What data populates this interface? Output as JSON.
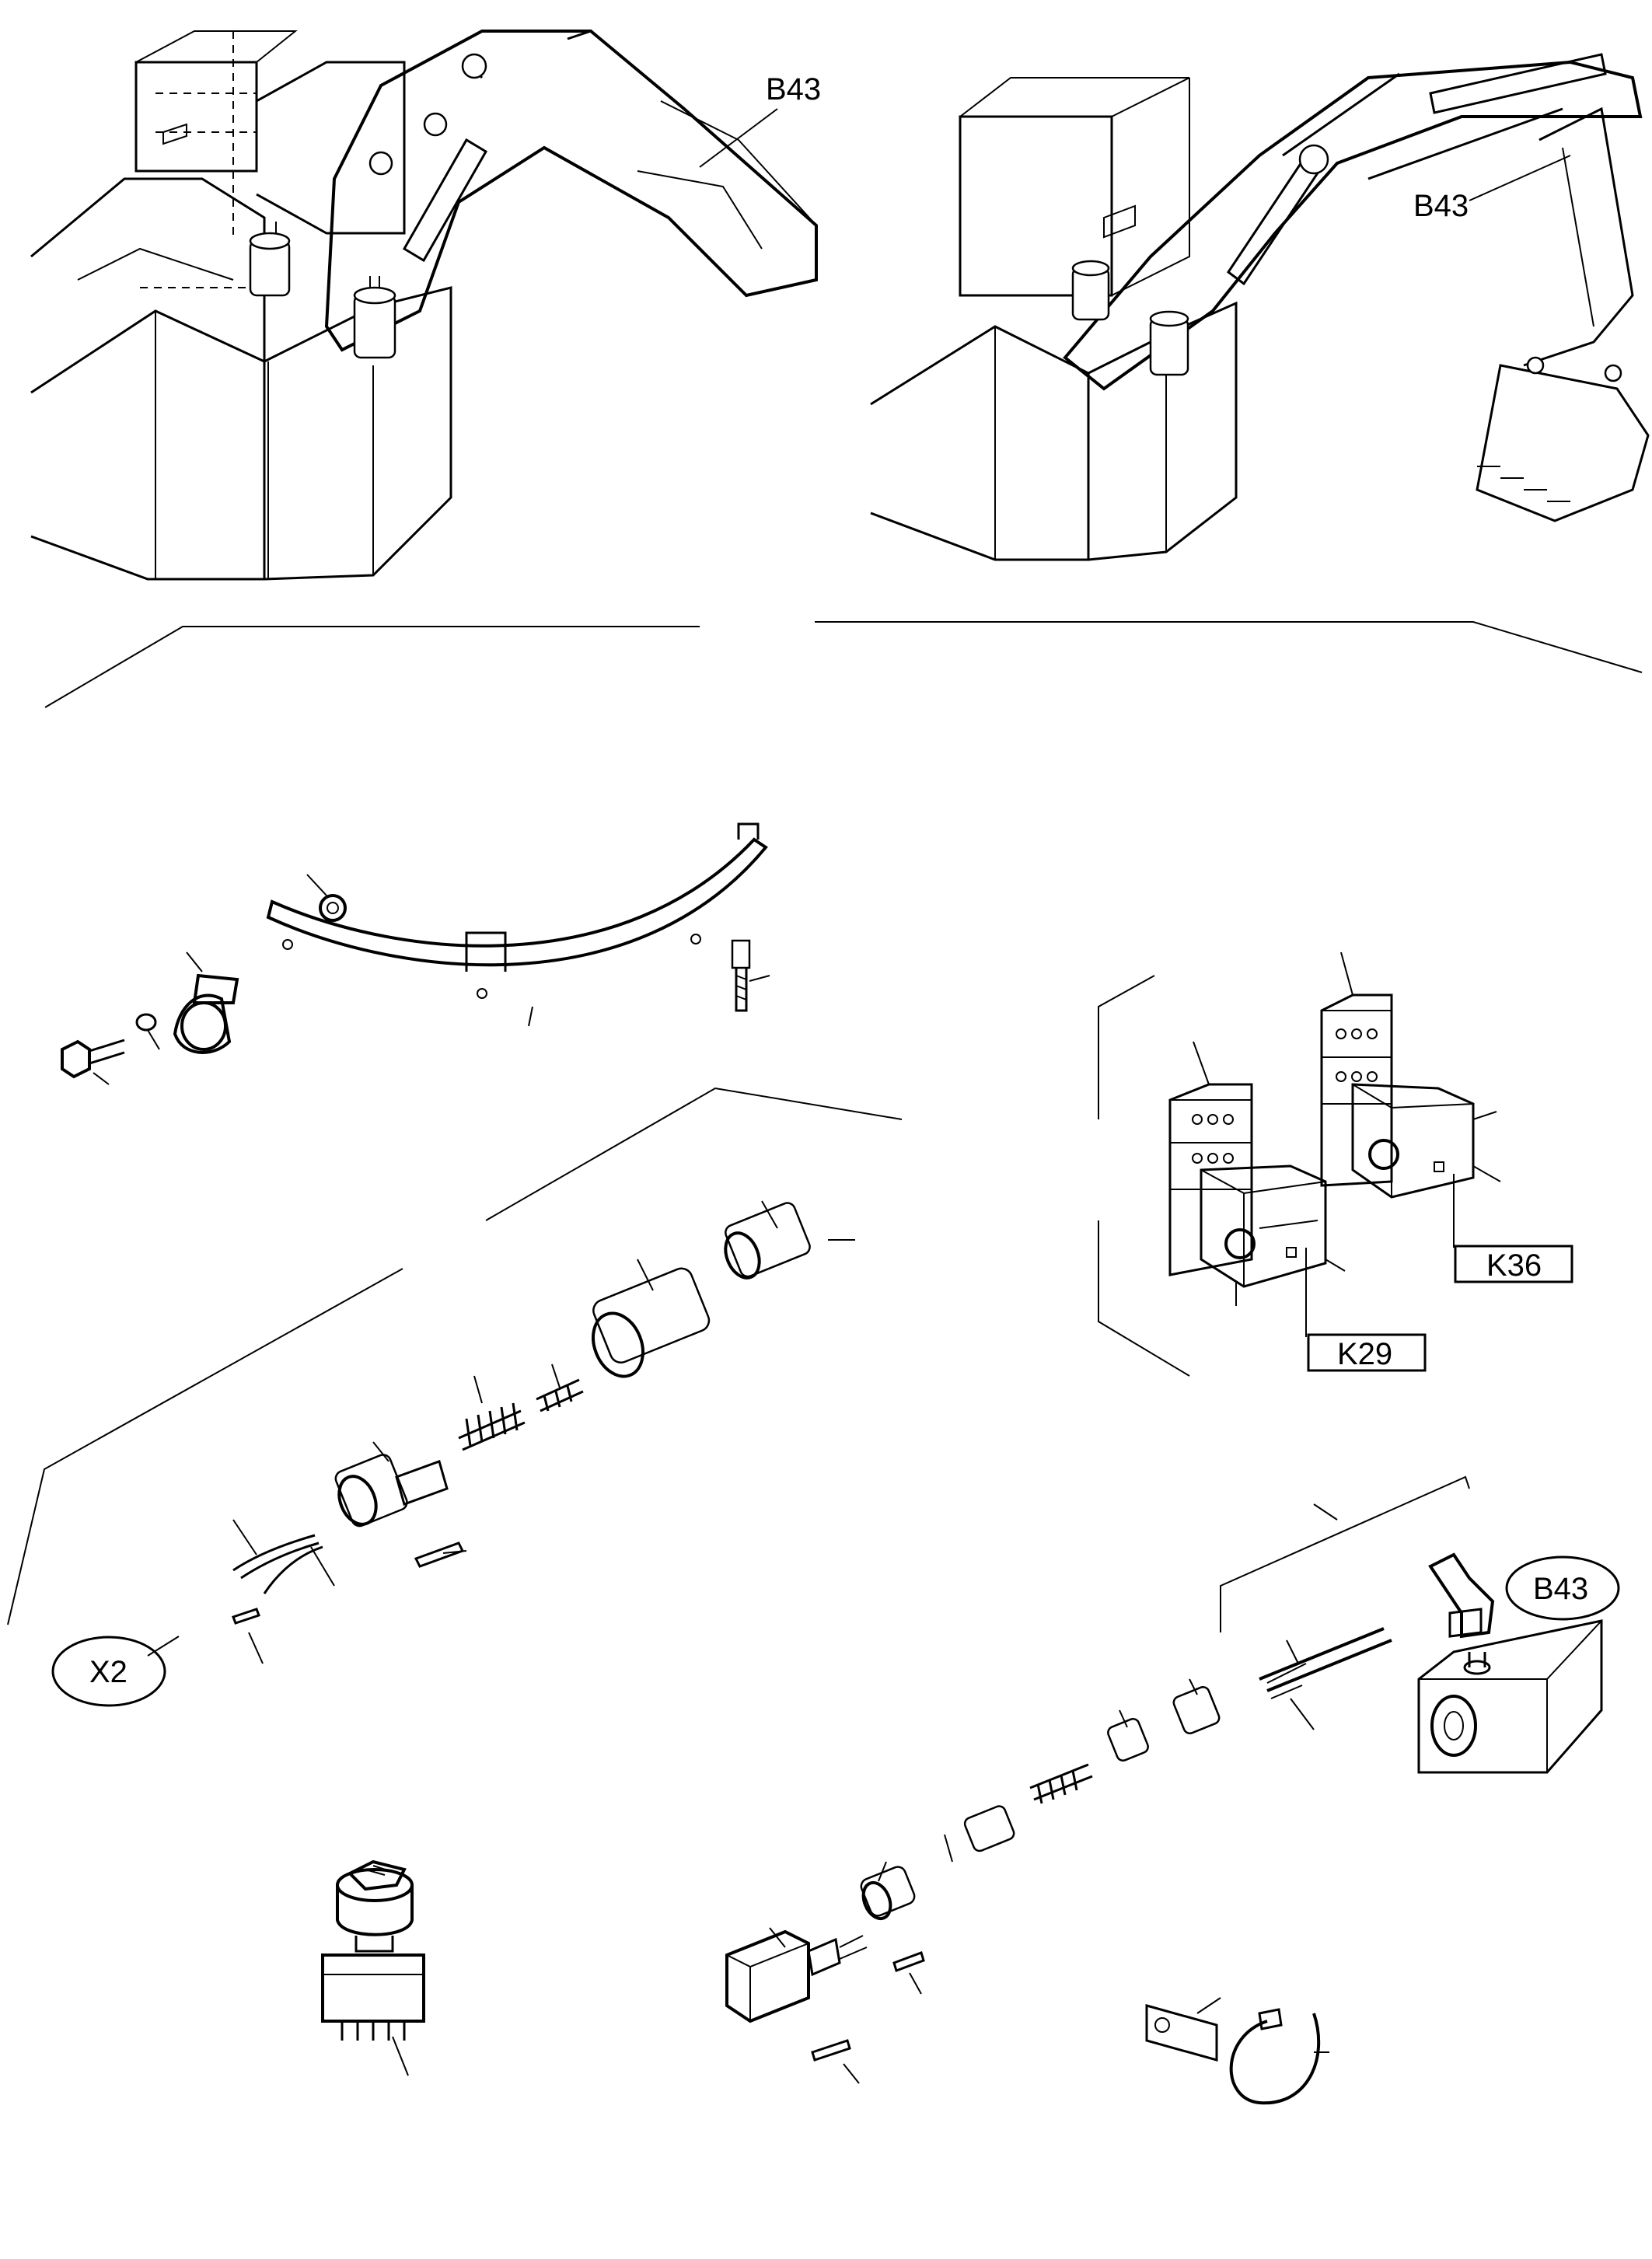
{
  "labels": {
    "b43_top_left": "B43",
    "b43_top_right": "B43",
    "b43_sensor": "B43",
    "k36": "K36",
    "k29": "K29",
    "x2": "X2"
  }
}
